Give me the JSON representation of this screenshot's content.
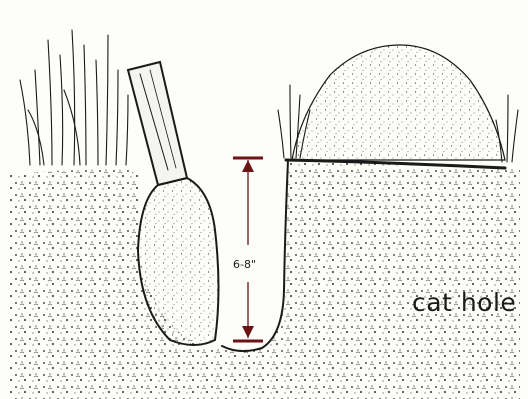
{
  "caption": "cat hole",
  "depth_label": "6-8\"",
  "colors": {
    "background": "#ffffff",
    "paper": "#fdfdfa",
    "ink": "#1a1a1a",
    "arrow": "#6b1416"
  },
  "elements": [
    "grass-tufts",
    "trowel",
    "soil-mound",
    "hole",
    "depth-arrow"
  ]
}
